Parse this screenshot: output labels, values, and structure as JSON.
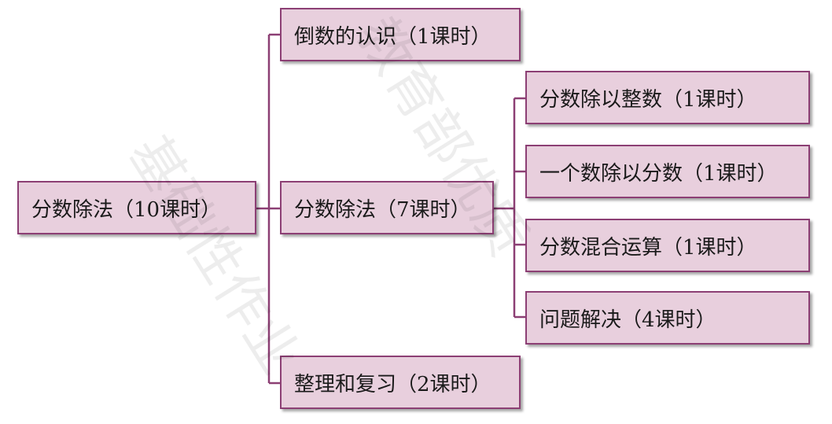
{
  "root": {
    "label": "分数除法（10课时）"
  },
  "level1": [
    {
      "label": "倒数的认识（1课时）"
    },
    {
      "label": "分数除法（7课时）"
    },
    {
      "label": "整理和复习（2课时）"
    }
  ],
  "level2": [
    {
      "label": "分数除以整数（1课时）"
    },
    {
      "label": "一个数除以分数（1课时）"
    },
    {
      "label": "分数混合运算（1课时）"
    },
    {
      "label": "问题解决（4课时）"
    }
  ],
  "watermarks": [
    "基础性作业",
    "教育部优质"
  ],
  "colors": {
    "box_fill": "#e8cfdd",
    "box_border": "#8c3f74",
    "connector": "#8c3f74"
  }
}
